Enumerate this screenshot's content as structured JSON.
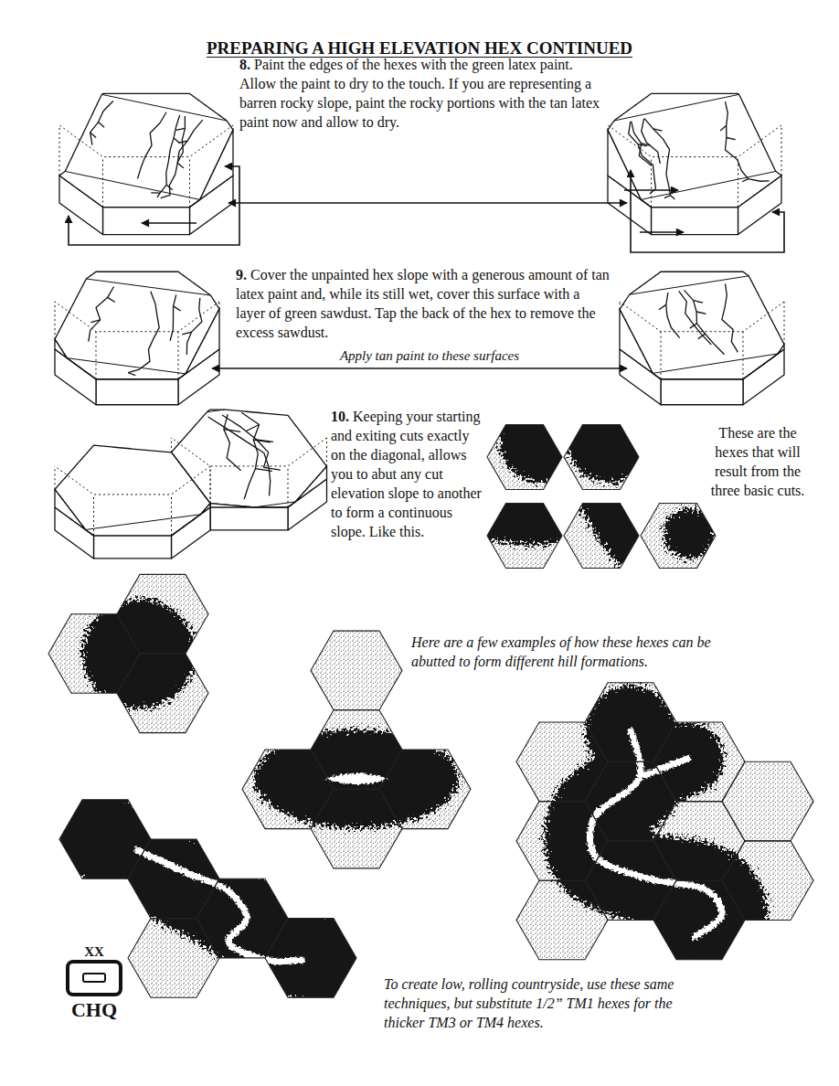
{
  "diagram": {
    "title": "PREPARING A HIGH ELEVATION HEX CONTINUED",
    "labels": [
      "8. Paint the edges of the hexes with the green latex paint. Allow the paint to dry to the touch. If you are representing a barren rocky slope, paint the rocky portions with the tan latex paint now and allow to dry.",
      "9. Cover the unpainted hex slope with a generous amount of tan latex paint and, while its still wet, cover this surface with a layer of green sawdust. Tap the back of the hex to remove the excess sawdust.",
      "Apply tan paint to these surfaces",
      "10. Keeping your starting and exiting cuts exactly on the diagonal, allows you to abut any cut elevation slope to another to form a continuous slope. Like this.",
      "These are the hexes that will result from the three basic cuts.",
      "Here are a few examples of how these hexes can be abutted to form different hill formations.",
      "XX",
      "CHQ",
      "To create low, rolling countryside, use these same techniques, but substitute 1/2” TM1 hexes for the thicker TM3 or TM4 hexes."
    ]
  }
}
